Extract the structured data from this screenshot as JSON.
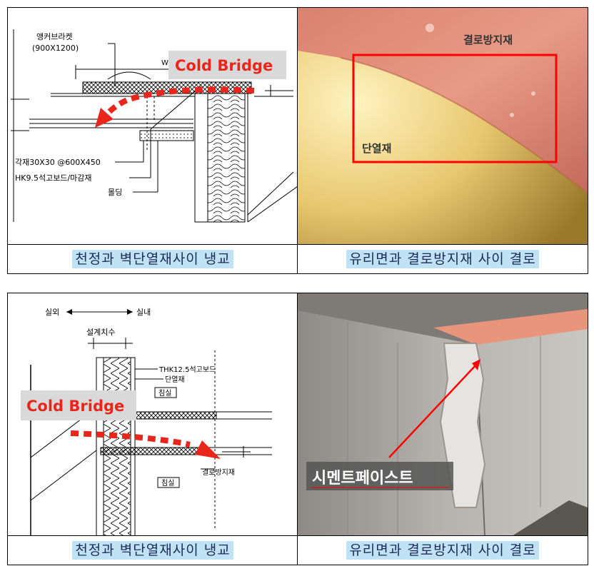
{
  "section1": {
    "drawing": {
      "anchor_label_1": "앵커브라켓",
      "anchor_label_2": "(900X1200)",
      "w_label": "W",
      "cold_bridge": "Cold Bridge",
      "label_1": "각재30X30 @600X450",
      "label_2": "HK9.5석고보드/마감재",
      "label_3": "몰딩"
    },
    "photo": {
      "label_top": "결로방지재",
      "label_box": "단열재"
    },
    "caption_left": "천정과 벽단열재사이 냉교",
    "caption_right": "유리면과 결로방지재 사이 결로"
  },
  "section2": {
    "drawing": {
      "outside": "실외",
      "inside": "실내",
      "design_dim": "설계치수",
      "label_board": "THK12.5석고보드",
      "label_insul": "단열재",
      "room_top": "침실",
      "room_bottom": "침실",
      "cold_bridge": "Cold Bridge",
      "label_anti": "결로방지재"
    },
    "photo": {
      "label": "시멘트페이스트"
    },
    "caption_left": "천정과 벽단열재사이 냉교",
    "caption_right": "유리면과 결로방지재 사이 결로"
  },
  "colors": {
    "cold_bridge_text": "#e8261c",
    "callout_bg": "#d9d9d9",
    "highlight_box": "#ff0000",
    "caption_bg": "#bfe3f4"
  }
}
